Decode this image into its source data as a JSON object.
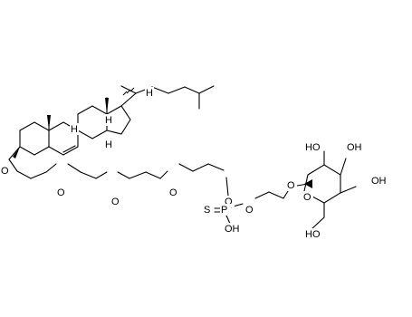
{
  "atom_labels": {
    "O": "O",
    "H": "H",
    "S": "S",
    "P": "P",
    "OH": "OH",
    "HO": "HO"
  },
  "colors": {
    "background": "#ffffff",
    "ink": "#000000"
  }
}
